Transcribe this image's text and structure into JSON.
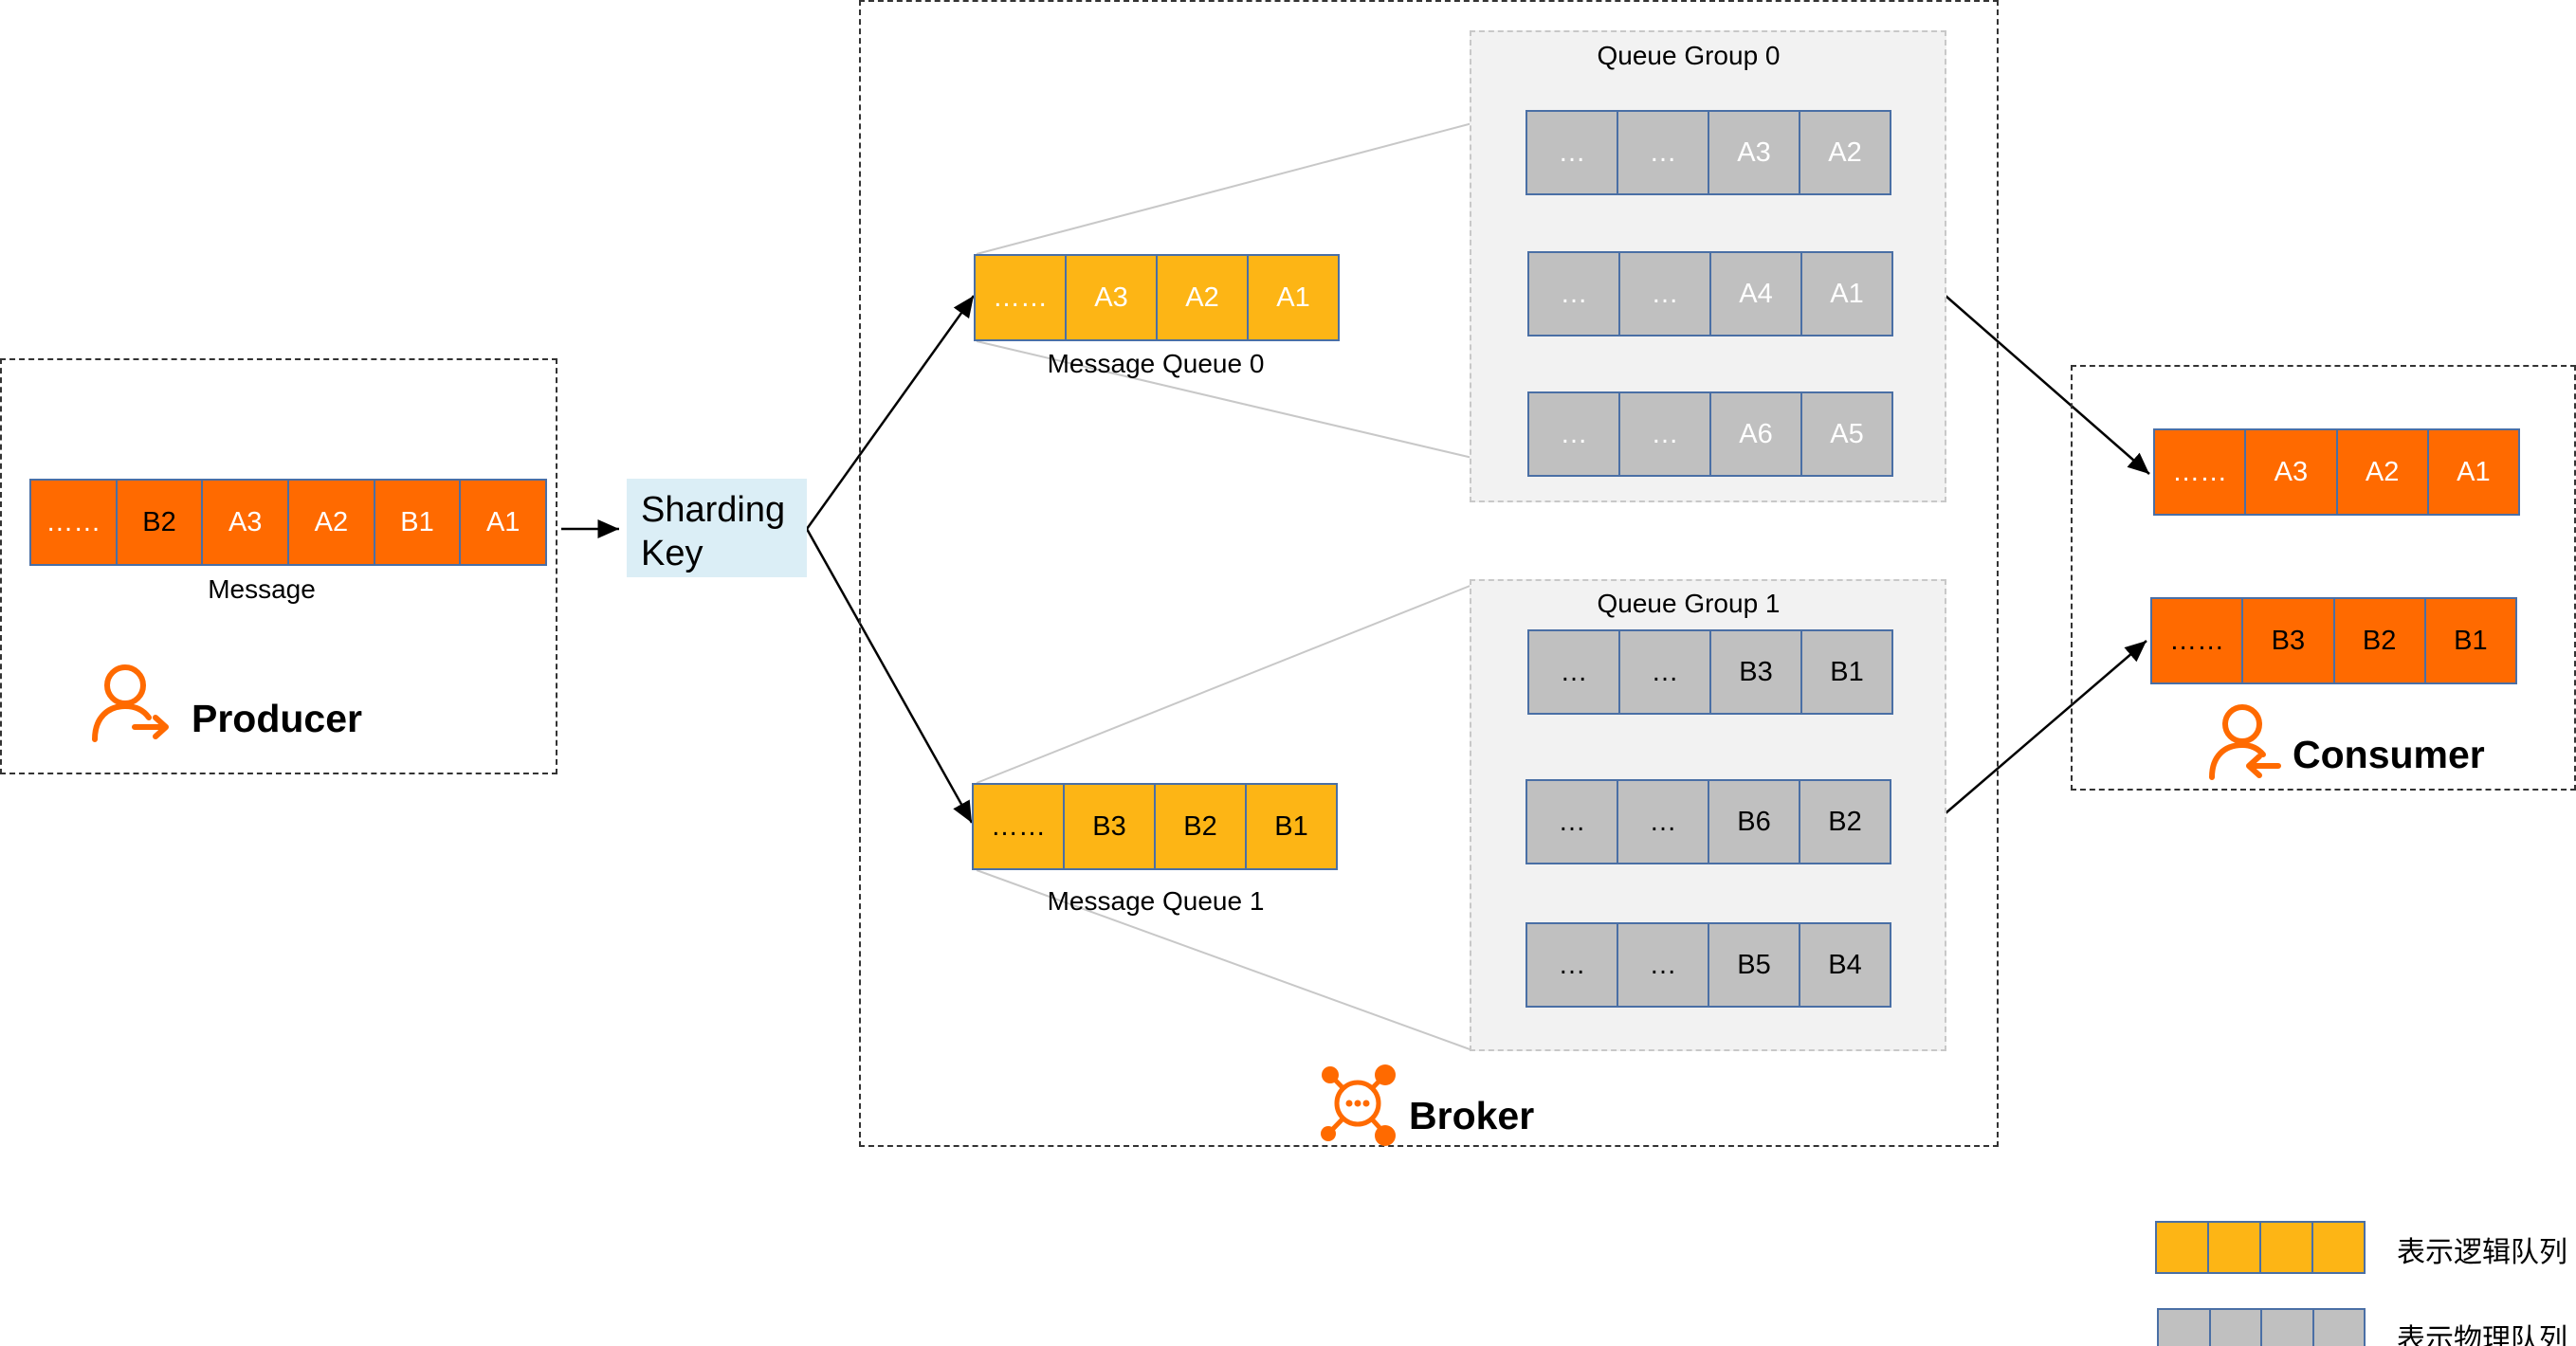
{
  "producer": {
    "title": "Producer",
    "queue_label": "Message",
    "queue": [
      "……",
      "B2",
      "A3",
      "A2",
      "B1",
      "A1"
    ],
    "icon": "user-send-icon"
  },
  "sharding_key": {
    "label": "Sharding Key"
  },
  "broker": {
    "title": "Broker",
    "icon": "broker-hub-icon",
    "message_queue_0": {
      "label": "Message Queue 0",
      "cells": [
        "……",
        "A3",
        "A2",
        "A1"
      ]
    },
    "message_queue_1": {
      "label": "Message Queue 1",
      "cells": [
        "……",
        "B3",
        "B2",
        "B1"
      ]
    },
    "queue_group_0": {
      "label": "Queue Group 0",
      "queues": [
        [
          "…",
          "…",
          "A3",
          "A2"
        ],
        [
          "…",
          "…",
          "A4",
          "A1"
        ],
        [
          "…",
          "…",
          "A6",
          "A5"
        ]
      ]
    },
    "queue_group_1": {
      "label": "Queue Group 1",
      "queues": [
        [
          "…",
          "…",
          "B3",
          "B1"
        ],
        [
          "…",
          "…",
          "B6",
          "B2"
        ],
        [
          "…",
          "…",
          "B5",
          "B4"
        ]
      ]
    }
  },
  "consumer": {
    "title": "Consumer",
    "icon": "user-receive-icon",
    "queues": [
      [
        "……",
        "A3",
        "A2",
        "A1"
      ],
      [
        "……",
        "B3",
        "B2",
        "B1"
      ]
    ]
  },
  "legend": {
    "logical_queue": "表示逻辑队列",
    "physical_queue": "表示物理队列"
  },
  "colors": {
    "orange": "#ff6a00",
    "yellow": "#fdb515",
    "gray": "#c0c0c0",
    "sharding_bg": "#dbeef6",
    "cell_border": "#4a6fa5"
  }
}
